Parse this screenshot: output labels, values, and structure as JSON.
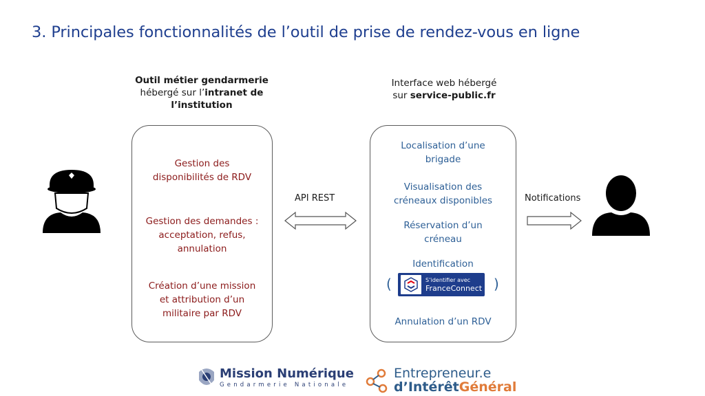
{
  "title": "3. Principales fonctionnalités de l’outil de prise de rendez-vous en ligne",
  "left_header": {
    "line1_bold": "Outil métier gendarmerie",
    "line2_text": "hébergé sur l’",
    "line2_bold": "intranet de",
    "line3_bold": "l’institution"
  },
  "right_header": {
    "line1": "Interface web hébergé",
    "line2_text": "sur ",
    "line2_bold": "service-public.fr"
  },
  "left_features": [
    {
      "l1": "Gestion des",
      "l2": "disponibilités de RDV"
    },
    {
      "l1": "Gestion des demandes :",
      "l2": "acceptation, refus,",
      "l3": "annulation"
    },
    {
      "l1": "Création d’une mission",
      "l2": "et attribution d’un",
      "l3": "militaire par RDV"
    }
  ],
  "right_features": [
    {
      "l1": "Localisation d’une",
      "l2": "brigade"
    },
    {
      "l1": "Visualisation des",
      "l2": "créneaux disponibles"
    },
    {
      "l1": "Réservation d’un",
      "l2": "créneau"
    },
    {
      "l1": "Identification"
    },
    {
      "l1": "Annulation d’un RDV"
    }
  ],
  "paren_open": "(",
  "paren_close": ")",
  "franceconnect": {
    "line1": "S’identifier avec",
    "line2": "FranceConnect"
  },
  "api_label": "API  REST",
  "notifications_label": "Notifications",
  "logos": {
    "mission_name": "Mission Numérique",
    "mission_sub": "Gendarmerie Nationale",
    "eig_line1": "Entrepreneur.e",
    "eig_line2a": "d’Intérêt",
    "eig_line2b": "Général"
  },
  "colors": {
    "title": "#1f3f8f",
    "left_features": "#8b1a1a",
    "right_features": "#2d5f96",
    "franceconnect_bg": "#1e3d8c",
    "eig_orange": "#e07b39"
  },
  "icons": [
    "gendarme-avatar-icon",
    "user-avatar-icon",
    "double-arrow-icon",
    "right-arrow-icon",
    "franceconnect-logo-icon",
    "mission-numerique-logo-icon",
    "eig-logo-icon"
  ]
}
